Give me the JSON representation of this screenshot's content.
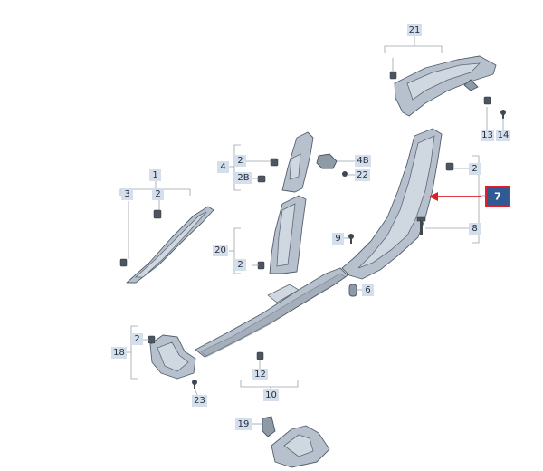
{
  "labels": {
    "l21": "21",
    "l13": "13",
    "l14": "14",
    "l4": "4",
    "l4_2": "2",
    "l2B": "2B",
    "l4B": "4B",
    "l22": "22",
    "l1": "1",
    "l3": "3",
    "l1_2": "2",
    "l8_2": "2",
    "l7": "7",
    "l8": "8",
    "l9": "9",
    "l20": "20",
    "l20_2": "2",
    "l6": "6",
    "l18": "18",
    "l18_2": "2",
    "l12": "12",
    "l10": "10",
    "l23": "23",
    "l19": "19"
  },
  "highlight": {
    "label": "7",
    "border_color": "#e0202a",
    "fill_color": "#2f5a94"
  }
}
